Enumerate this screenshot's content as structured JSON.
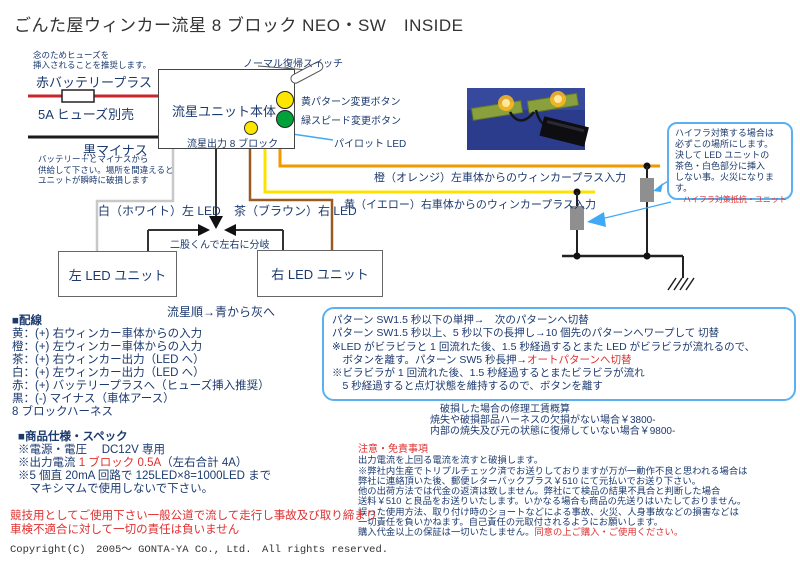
{
  "title": "ごんた屋ウィンカー流星 8 ブロック NEO・SW　INSIDE",
  "power": {
    "fuse_note_1": "念のためヒューズを",
    "fuse_note_2": "挿入されることを推奨します。",
    "red_label": "赤バッテリープラス",
    "fuse_label": "5A ヒューズ別売",
    "black_label": "黒マイナス",
    "warn_1": "バッテリー＋とマイナスから",
    "warn_2": "供給して下さい。場所を間違えると",
    "warn_3": "ユニットが瞬時に破損します"
  },
  "unit": {
    "name": "流星ユニット本体",
    "output_label": "流星出力 8 ブロック",
    "switch_label": "ノーマル復帰スイッチ",
    "yellow_button_label": "黄パターン変更ボタン",
    "green_button_label": "緑スピード変更ボタン",
    "pilot_led_label": "パイロット LED"
  },
  "wires": {
    "white_label": "白（ホワイト）左 LED",
    "brown_label": "茶（ブラウン）右 LED",
    "orange_label": "橙（オレンジ）左車体からのウィンカープラス入力",
    "yellow_label": "黄（イエロー）右車体からのウィンカープラス入力",
    "split_label": "二股くんで左右に分岐",
    "left_unit": "左 LED ユニット",
    "right_unit": "右 LED ユニット",
    "order_note": "流星順→青から灰へ"
  },
  "hifla_callout": {
    "line1": "ハイフラ対策する場合は",
    "line2": "必ずこの場所にします。",
    "line3": "決して LED ユニットの",
    "line4": "茶色・白色部分に挿入",
    "line5": "しない事。火災になります。",
    "red_line": "ハイフラ対策抵抗・ユニット"
  },
  "pattern_box": {
    "line1": "パターン SW1.5 秒以下の単押→　次のパターンへ切替",
    "line2": "パターン SW1.5 秒以上、5 秒以下の長押し→10 個先のパターンへワープして 切替",
    "line3": "※LED がビラビラと 1 回流れた後、1.5 秒経過するとまた LED がビラビラが流れるので、",
    "line4_a": "　ボタンを離す。パターン SW5 秒長押→",
    "line4_red": "オートパターンへ切替",
    "line5": "※ビラビラが 1 回流れた後、1.5 秒経過するとまたビラビラが流れ",
    "line6": "　5 秒経過すると点灯状態を維持するので、ボタンを離す"
  },
  "wiring_section": {
    "heading": "■配線",
    "lines": [
      "黄：(+) 右ウィンカー車体からの入力",
      "橙：(+) 左ウィンカー車体からの入力",
      "茶：(+) 右ウィンカー出力（LED へ）",
      "白：(+) 左ウィンカー出力（LED へ）",
      "赤：(+) バッテリープラスへ（ヒューズ挿入推奨）",
      "黒：(-) マイナス（車体アース）",
      "8 ブロックハーネス"
    ]
  },
  "spec_section": {
    "heading": "■商品仕様・スペック",
    "line1": "※電源・電圧　 DC12V 専用",
    "line2_a": "※出力電流 ",
    "line2_red": "1 ブロック 0.5A",
    "line2_b": "（左右合計 4A）",
    "line3": "※5 個直 20mA 回路で 125LED×8=1000LED まで",
    "line4": "　マキシマムで使用しないで下さい。"
  },
  "repair": {
    "line1": "破損した場合の修理工賃概算",
    "line2": "焼失や破損部品ハーネスの欠損がない場合￥3800-",
    "line3": "内部の焼失及び元の状態に復帰していない場合￥9800-"
  },
  "disclaimer": {
    "heading": "注意・免責事項",
    "lines": [
      "出力電流を上回る電流を流すと破損します。",
      "※弊社内生産でトリプルチェック済でお送りしておりますが万が一動作不良と思われる場合は",
      "弊社に連絡頂いた後、郵便レターパックプラス￥510 にて元払いでお送り下さい。",
      "他の出荷方法では代金の返済は致しません。弊社にて検品の結果不具合と判断した場合",
      "送料￥510 と良品をお送りいたします。いかなる場合も商品の先送りはいたしておりません。",
      "誤った使用方法、取り付け時のショートなどによる事故、火災、人身事故などの損害などは",
      "一切責任を負いかねます。自己責任の元取付されるようにお願いします。"
    ],
    "last_a": "購入代金以上の保証は一切いたしません。",
    "last_red": "同意の上ご購入・ご使用ください。"
  },
  "competition": {
    "line1": "競技用としてご使用下さい一般公道で流して走行し事故及び取り締まり",
    "line2": "車検不適合に対して一切の責任は負いません"
  },
  "copyright": "Copyright(C)　2005～ GONTA-YA Co., Ltd.　All rights reserved.",
  "colors": {
    "body_text": "#1c3a6e",
    "warning_red": "#e02f2f",
    "wire_red": "#c8252c",
    "wire_black": "#1a1a1a",
    "wire_white": "#c8c8c8",
    "wire_brown": "#9a5b20",
    "wire_yellow": "#ffe100",
    "wire_orange": "#f09a00",
    "callout_border": "#5ab0f0",
    "arrow_blue": "#3fa9f5",
    "button_yellow": "#ffe600",
    "button_green": "#00a13a",
    "photo_bg": "#2b3c8c"
  }
}
